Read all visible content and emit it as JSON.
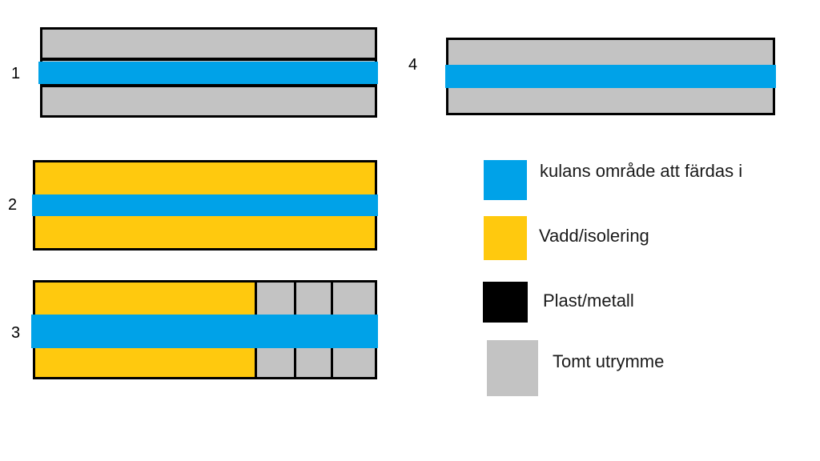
{
  "colors": {
    "bullet_path": "#00A2E8",
    "wadding": "#FFC90E",
    "plastic_metal": "#000000",
    "empty_space": "#C3C3C3",
    "outline": "#000000"
  },
  "diagrams": [
    {
      "number": "1"
    },
    {
      "number": "2"
    },
    {
      "number": "3"
    },
    {
      "number": "4"
    }
  ],
  "legend": [
    {
      "label": "kulans område att färdas i"
    },
    {
      "label": "Vadd/isolering"
    },
    {
      "label": "Plast/metall"
    },
    {
      "label": "Tomt utrymme"
    }
  ]
}
